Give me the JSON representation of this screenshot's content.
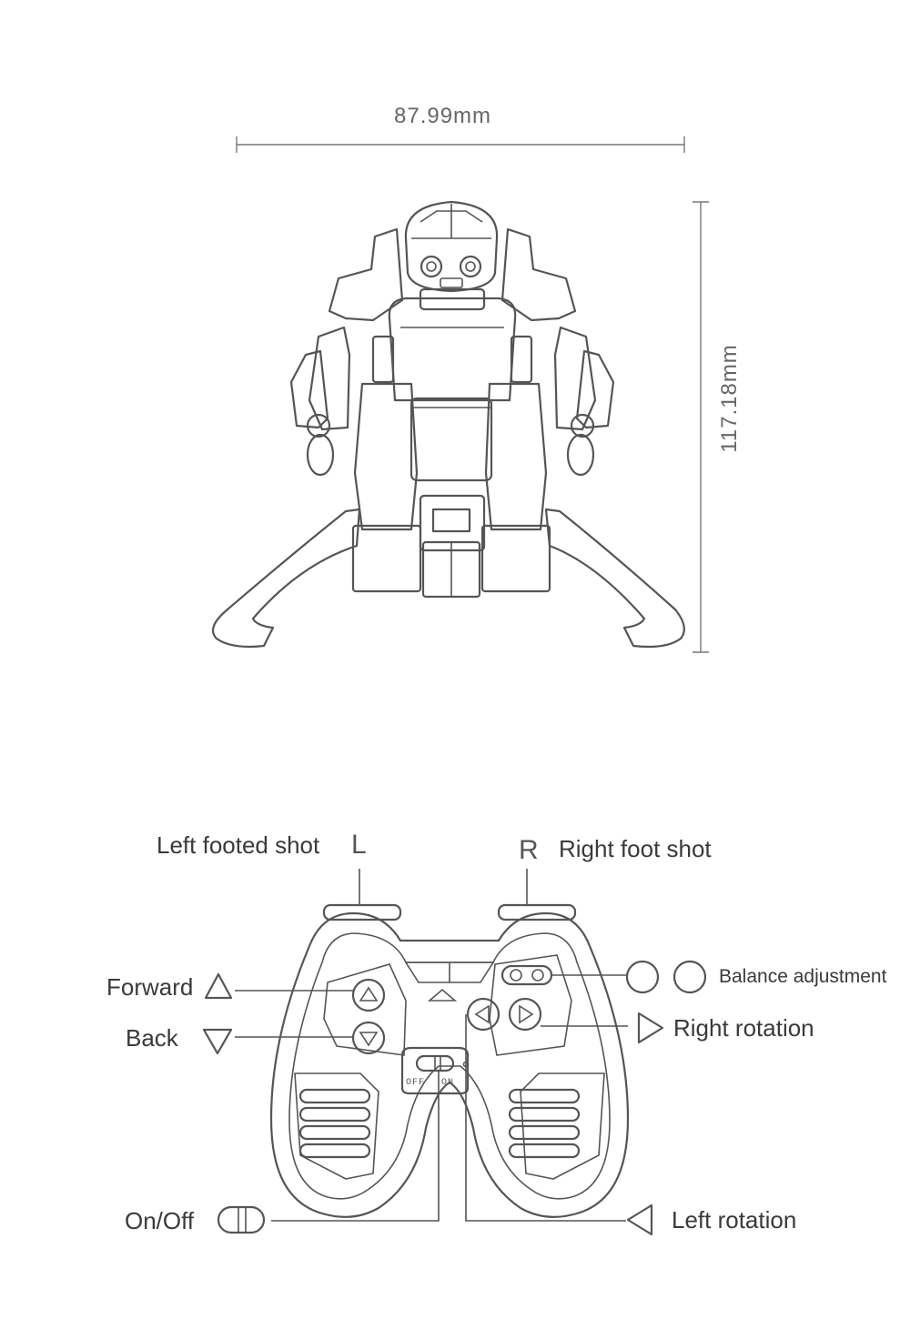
{
  "dimensions": {
    "width": "87.99mm",
    "height": "117.18mm"
  },
  "switch": {
    "off": "OFF",
    "on": "ON"
  },
  "labels": {
    "left_foot": "Left footed shot",
    "left_letter": "L",
    "right_letter": "R",
    "right_foot": "Right foot shot",
    "forward": "Forward",
    "back": "Back",
    "balance": "Balance adjustment",
    "right_rotation": "Right rotation",
    "onoff": "On/Off",
    "left_rotation": "Left rotation"
  }
}
